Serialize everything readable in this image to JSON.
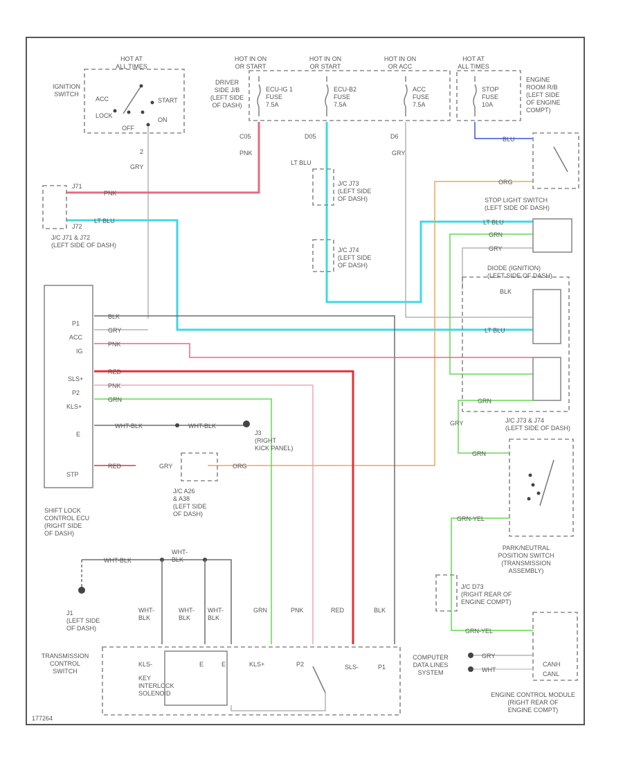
{
  "title": "",
  "boxes": {
    "ignition_switch": {
      "hot_label": "HOT AT\nALL TIMES",
      "name": "IGNITION\nSWITCH",
      "positions": [
        "ACC",
        "LOCK",
        "OFF",
        "ON",
        "START"
      ]
    },
    "fuse_block": {
      "name": "DRIVER\nSIDE J/B\n(LEFT SIDE\nOF DASH)",
      "hot_labels": [
        "HOT IN ON\nOR START",
        "HOT IN ON\nOR START",
        "HOT IN ON\nOR ACC",
        "HOT AT\nALL TIMES"
      ],
      "fuses": [
        "ECU-IG 1\nFUSE\n7.5A",
        "ECU-B2\nFUSE\n7.5A",
        "ACC\nFUSE\n7.5A",
        "STOP\nFUSE\n10A"
      ]
    },
    "engine_room_rb": "ENGINE\nROOM R/B\n(LEFT SIDE\nOF ENGINE\nCOMPT)",
    "jc_j71_j72": {
      "name": "J/C J71 & J72\n(LEFT SIDE OF DASH)",
      "connectors": [
        "J71",
        "J72"
      ]
    },
    "jc_j73": "J/C J73\n(LEFT SIDE\nOF DASH)",
    "jc_j74": "J/C J74\n(LEFT SIDE\nOF DASH)",
    "stop_light_switch": "STOP LIGHT SWITCH\n(LEFT SIDE OF DASH)",
    "diode_ignition": "DIODE (IGNITION)\n(LEFT SIDE OF DASH)",
    "jc_j73_j74": "J/C J73 & J74\n(LEFT SIDE OF DASH)",
    "shift_lock_ecu": {
      "name": "SHIFT LOCK\nCONTROL ECU\n(RIGHT SIDE\nOF DASH)",
      "pins": [
        "P1",
        "ACC",
        "IG",
        "SLS+",
        "P2",
        "KLS+",
        "E",
        "STP"
      ]
    },
    "jc_a26": "J/C A26\n& A38\n(LEFT SIDE\nOF DASH)",
    "ground_j3": "J3\n(RIGHT\nKICK PANEL)",
    "ground_j1": "J1\n(LEFT SIDE\nOF DASH)",
    "transmission_switch": {
      "name": "TRANSMISSION\nCONTROL\nSWITCH",
      "parts": [
        "KLS-",
        "KEY\nINTERLOCK\nSOLENOID",
        "E",
        "E",
        "KLS+",
        "P2",
        "SLS-",
        "P1"
      ]
    },
    "park_neutral": "PARK/NEUTRAL\nPOSITION SWITCH\n(TRANSMISSION\nASSEMBLY)",
    "jc_d73": "J/C D73\n(RIGHT REAR OF\nENGINE COMPT)",
    "computer_data": "COMPUTER\nDATA LINES\nSYSTEM",
    "ecm": {
      "name": "ENGINE CONTROL MODULE\n(RIGHT REAR OF\nENGINE COMPT)",
      "pins": [
        "CANH",
        "CANL"
      ]
    }
  },
  "wire_labels": {
    "gry_ign": "GRY",
    "pnk_j71": "PNK",
    "ltblu_j72": "LT BLU",
    "c05": "C05",
    "pnk_top": "PNK",
    "d05": "D05",
    "ltblu_top": "LT BLU",
    "d6": "D6",
    "gry_acc": "GRY",
    "blu_stop": "BLU",
    "org_stop": "ORG",
    "ltblu_stop": "LT BLU",
    "grn_stop": "GRN",
    "gry_stop": "GRY",
    "blk_j74": "BLK",
    "ltblu_j74": "LT BLU",
    "blk": "BLK",
    "gry": "GRY",
    "pnk": "PNK",
    "red": "RED",
    "pnk2": "PNK",
    "grn": "GRN",
    "wht_blk1": "WHT-BLK",
    "wht_blk2": "WHT-BLK",
    "red_stp": "RED",
    "gry_a26": "GRY",
    "org_a38": "ORG",
    "gry_d": "GRY",
    "grn_nca": "GRN",
    "grn_dy": "GRN",
    "grnyel1": "GRN-YEL",
    "grnyel2": "GRN-YEL",
    "gry_can": "GRY",
    "wht_can": "WHT",
    "wht_blk_j1": "WHT-BLK",
    "bot_wht_blk_a": "WHT-\nBLK",
    "bot_wht_blk_b": "WHT-\nBLK",
    "bot_wht_blk_c": "WHT-\nBLK",
    "bot_grn": "GRN",
    "bot_pnk": "PNK",
    "bot_red": "RED",
    "bot_blk": "BLK",
    "wht_blk_top": "WHT-\nBLK"
  },
  "colors": {
    "black_wire": "#6b6b6b",
    "gray_wire": "#b3b3b3",
    "pink_wire": "#e86880",
    "red_wire": "#e82c34",
    "light_blue_wire": "#3fd8e6",
    "green_wire": "#62d84e",
    "orange_wire": "#f4a64a",
    "blue_wire": "#3a4ee0"
  },
  "diagram_id": "177264"
}
